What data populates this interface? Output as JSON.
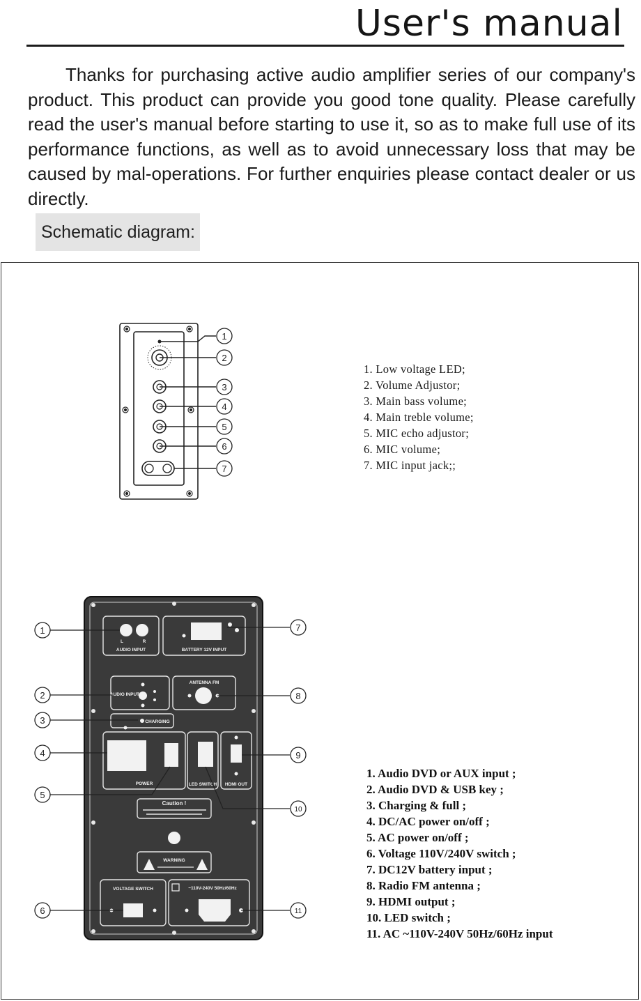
{
  "header": {
    "title": "User's manual"
  },
  "intro": {
    "paragraph": "Thanks for purchasing active audio amplifier series of our company's product. This product can provide you good tone quality. Please carefully read the user's manual before starting to use it, so as to make full use of its performance functions, as well as to avoid unnecessary loss that may be caused by mal-operations. For further enquiries please contact dealer or us directly."
  },
  "section": {
    "label": "Schematic diagram:"
  },
  "panel1": {
    "callouts": [
      "1",
      "2",
      "3",
      "4",
      "5",
      "6",
      "7"
    ],
    "items": [
      "1. Low voltage LED;",
      "2. Volume Adjustor;",
      "3. Main bass volume;",
      "4. Main treble volume;",
      "5. MIC echo adjustor;",
      "6. MIC volume;",
      "7. MIC input jack;;"
    ]
  },
  "panel2": {
    "callouts": [
      "1",
      "2",
      "3",
      "4",
      "5",
      "6",
      "7",
      "8",
      "9",
      "10",
      "11"
    ],
    "labels": {
      "audio_input_1": "AUDIO INPUT",
      "battery": "BATTERY 12V INPUT",
      "audio_input_2": "AUDIO INPUT",
      "antenna": "ANTENNA FM",
      "charging": "CHARGING",
      "power": "POWER",
      "led_switch": "LED SWITCH",
      "hdmi_out": "HDMI OUT",
      "caution_title": "Caution !",
      "warning": "WARNING",
      "voltage_switch": "VOLTAGE SWITCH",
      "ac_input": "~110V-240V 50Hz/60Hz",
      "l": "L",
      "r": "R"
    },
    "items": [
      "1. Audio DVD or AUX input ;",
      "2. Audio DVD & USB key ;",
      "3. Charging & full ;",
      "4. DC/AC power on/off ;",
      "5. AC power on/off ;",
      "6. Voltage 110V/240V switch ;",
      "7. DC12V battery input ;",
      "8. Radio FM antenna ;",
      "9. HDMI output ;",
      "10. LED switch ;",
      "11. AC ~110V-240V 50Hz/60Hz input"
    ]
  }
}
